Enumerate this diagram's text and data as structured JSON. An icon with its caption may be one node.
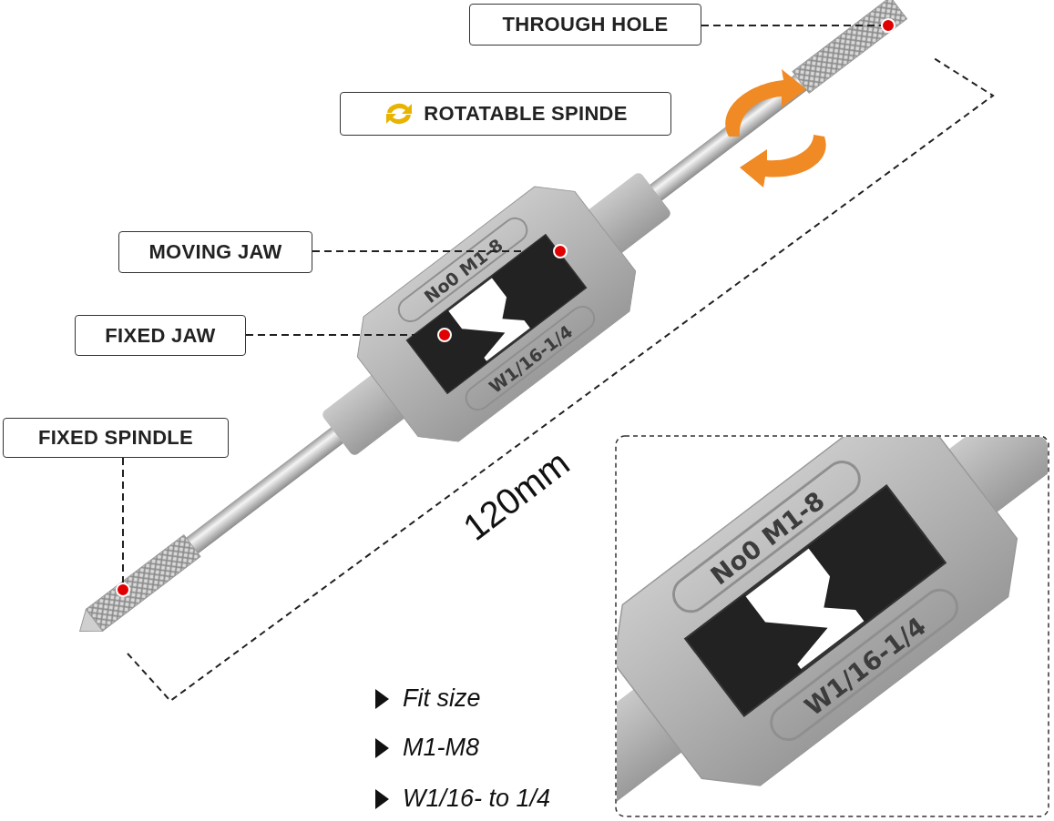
{
  "diagram": {
    "nodes": [
      {
        "text": [
          "THROUGH HOLE"
        ]
      },
      {
        "text": [
          "ROTATABLE SPINDE"
        ]
      },
      {
        "text": [
          "MOVING JAW"
        ]
      },
      {
        "text": [
          "FIXED JAW"
        ]
      },
      {
        "text": [
          "FIXED SPINDLE"
        ]
      },
      {
        "text": [],
        "shape": "circle"
      },
      {
        "text": [],
        "shape": "circle"
      },
      {
        "text": [],
        "shape": "circle"
      },
      {
        "text": [],
        "shape": "circle"
      }
    ],
    "edges": [
      {
        "from": 0,
        "to": 5,
        "arrow": "none",
        "style": "dashed"
      },
      {
        "from": 2,
        "to": 6,
        "arrow": "none",
        "style": "dashed"
      },
      {
        "from": 3,
        "to": 7,
        "arrow": "none",
        "style": "dashed"
      },
      {
        "from": 4,
        "to": 8,
        "arrow": "none",
        "style": "dashed"
      }
    ],
    "labels": [
      "120mm",
      "Fit size",
      "M1-M8",
      "W1/16- to 1/4",
      "No0 M1-8",
      "W1/16-1/4",
      "No0 M1-8",
      "W1/16-1/4"
    ]
  }
}
